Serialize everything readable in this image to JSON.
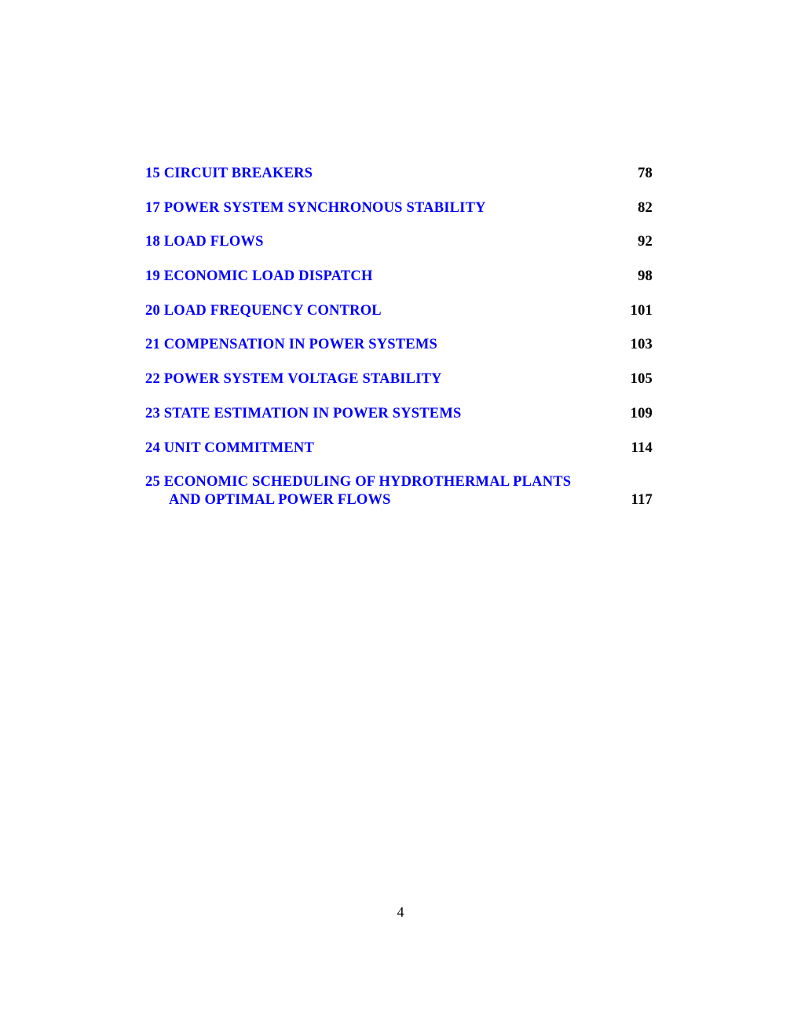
{
  "colors": {
    "link": "#0000ff",
    "text": "#000000",
    "background": "#ffffff"
  },
  "toc": {
    "entries": [
      {
        "number": "15",
        "title": "CIRCUIT BREAKERS",
        "label": "15 CIRCUIT BREAKERS",
        "page": "78"
      },
      {
        "number": "17",
        "title": "POWER SYSTEM SYNCHRONOUS STABILITY",
        "label": "17 POWER SYSTEM SYNCHRONOUS STABILITY",
        "page": "82"
      },
      {
        "number": "18",
        "title": "LOAD FLOWS",
        "label": "18 LOAD FLOWS",
        "page": "92"
      },
      {
        "number": "19",
        "title": "ECONOMIC LOAD DISPATCH",
        "label": "19 ECONOMIC LOAD DISPATCH",
        "page": "98"
      },
      {
        "number": "20",
        "title": "LOAD FREQUENCY CONTROL",
        "label": "20 LOAD FREQUENCY CONTROL",
        "page": "101"
      },
      {
        "number": "21",
        "title": "COMPENSATION IN POWER SYSTEMS",
        "label": "21 COMPENSATION IN POWER SYSTEMS",
        "page": "103"
      },
      {
        "number": "22",
        "title": "POWER SYSTEM VOLTAGE STABILITY",
        "label": "22 POWER SYSTEM VOLTAGE STABILITY",
        "page": "105"
      },
      {
        "number": "23",
        "title": "STATE ESTIMATION IN POWER SYSTEMS",
        "label": "23 STATE ESTIMATION IN POWER SYSTEMS",
        "page": "109"
      },
      {
        "number": "24",
        "title": "UNIT COMMITMENT",
        "label": "24 UNIT COMMITMENT",
        "page": "114"
      },
      {
        "number": "25",
        "title": "ECONOMIC SCHEDULING OF HYDROTHERMAL PLANTS AND OPTIMAL POWER FLOWS",
        "label_line1": "25 ECONOMIC SCHEDULING OF HYDROTHERMAL PLANTS",
        "label_line2": "AND OPTIMAL POWER FLOWS",
        "page": "117"
      }
    ]
  },
  "footer": {
    "page_number": "4"
  }
}
